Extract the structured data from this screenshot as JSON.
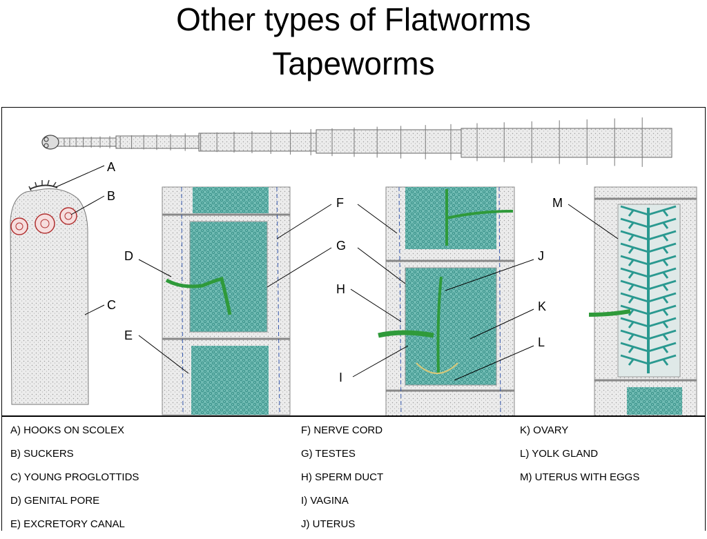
{
  "slide": {
    "title_line1": "Other types of Flatworms",
    "title_line2": "Tapeworms"
  },
  "figure": {
    "labels": [
      "A",
      "B",
      "C",
      "D",
      "E",
      "F",
      "G",
      "H",
      "I",
      "J",
      "K",
      "L",
      "M"
    ],
    "colors": {
      "outline": "#555555",
      "body_fill": "#e9e9e9",
      "testes_fill": "#5fb0a8",
      "green_organ": "#2f9a3a",
      "sucker_red": "#b03030",
      "uterus_teal": "#2a9990"
    }
  },
  "legend": {
    "col1": [
      "A) HOOKS ON SCOLEX",
      "B) SUCKERS",
      "C) YOUNG PROGLOTTIDS",
      "D) GENITAL PORE",
      "E) EXCRETORY CANAL"
    ],
    "col2": [
      "F) NERVE CORD",
      "G) TESTES",
      "H) SPERM DUCT",
      "I) VAGINA",
      "J) UTERUS"
    ],
    "col3": [
      "K) OVARY",
      "L) YOLK GLAND",
      "M) UTERUS WITH EGGS"
    ]
  }
}
